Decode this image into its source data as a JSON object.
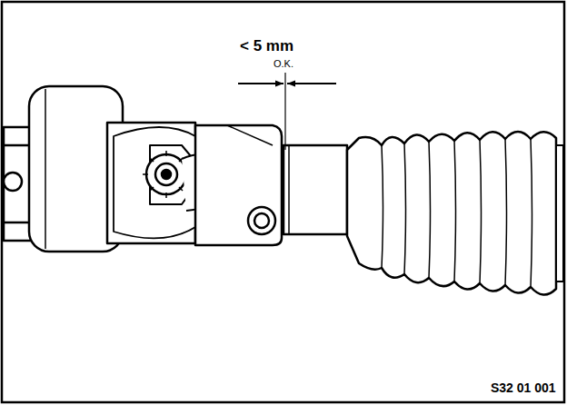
{
  "diagram": {
    "labels": [
      "< 5 mm",
      "O.K.",
      "S32 01 001"
    ]
  }
}
